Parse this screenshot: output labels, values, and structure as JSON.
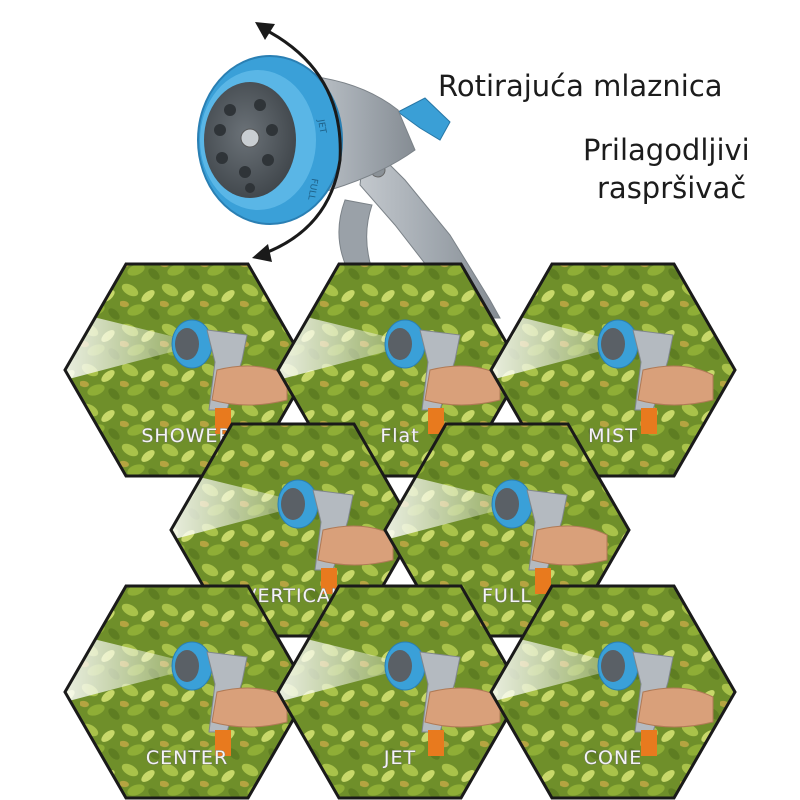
{
  "captions": {
    "line1": "Rotirajuća mlaznica",
    "line2": "Prilagodljivi",
    "line3": "raspršivač"
  },
  "nozzle_dial_labels": {
    "jet": "JET",
    "full": "FULL"
  },
  "spray_modes": [
    {
      "label": "SHOWER"
    },
    {
      "label": "Flat"
    },
    {
      "label": "MIST"
    },
    {
      "label": "VERTICAL"
    },
    {
      "label": "FULL"
    },
    {
      "label": "CENTER"
    },
    {
      "label": "JET"
    },
    {
      "label": "CONE"
    }
  ],
  "colors": {
    "nozzle_blue": "#3aa0d8",
    "nozzle_body": "#9fa6ad",
    "foliage": "#7a9a2e",
    "handle_orange": "#e87a1e",
    "hex_border": "#1a1a1a"
  },
  "icons": {
    "rotation_arrow": "curved-double-arrow-icon"
  }
}
